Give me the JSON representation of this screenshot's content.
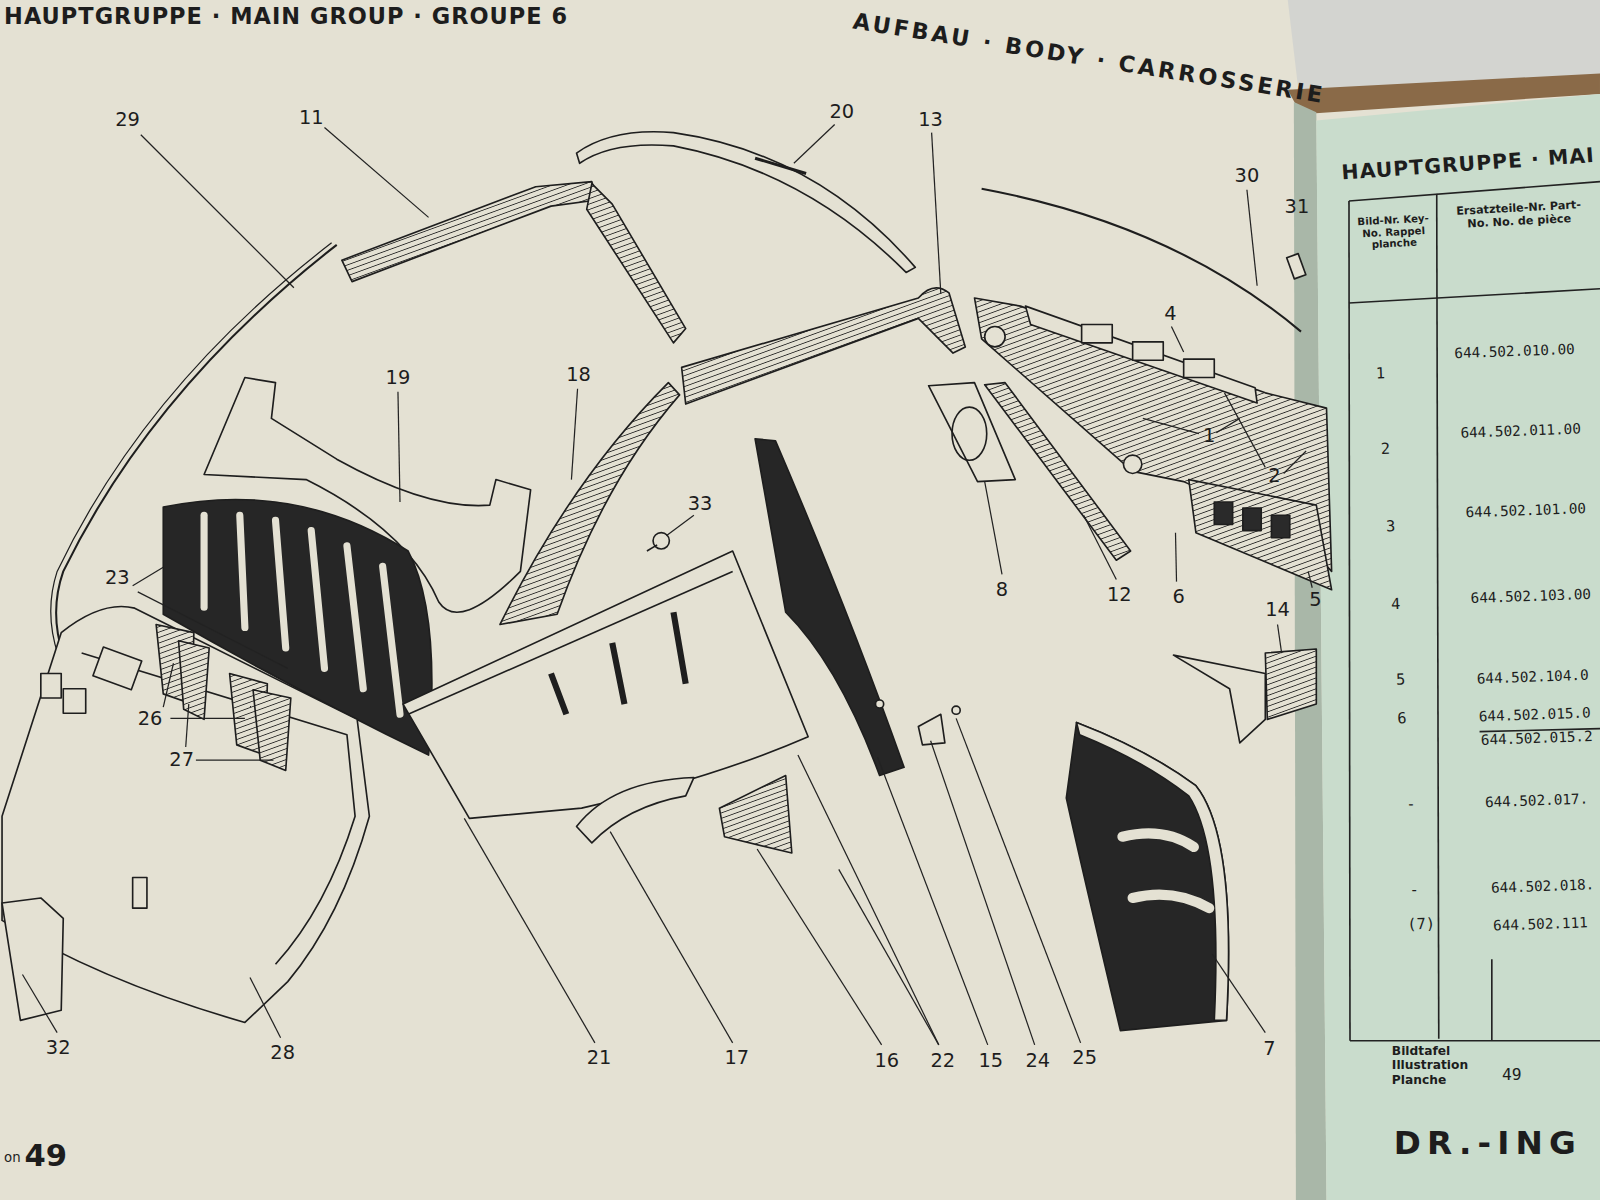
{
  "diagram": {
    "title": "HAUPTGRUPPE · MAIN GROUP · GROUPE 6",
    "labels": [
      "AUFBAU · BODY · CARROSSERIE",
      "HAUPTGRUPPE · MAI",
      "29",
      "11",
      "20",
      "13",
      "30",
      "31",
      "19",
      "18",
      "4",
      "1",
      "2",
      "33",
      "23",
      "8",
      "12",
      "6",
      "5",
      "14",
      "26",
      "27",
      "32",
      "28",
      "21",
      "17",
      "16",
      "22",
      "15",
      "24",
      "25",
      "7",
      "on",
      "49",
      "Bild-Nr. Key-No. Rappel planche",
      "Ersatzteile-Nr. Part-No. No. de pièce",
      "1",
      "644.502.010.00",
      "2",
      "644.502.011.00",
      "3",
      "644.502.101.00",
      "4",
      "644.502.103.00",
      "5",
      "644.502.104.0",
      "6",
      "644.502.015.0",
      "644.502.015.2",
      "-",
      "644.502.017.",
      "-",
      "644.502.018.",
      "(7)",
      "644.502.111",
      "Bildtafel Illustration Planche",
      "49",
      "DR.-ING"
    ]
  }
}
